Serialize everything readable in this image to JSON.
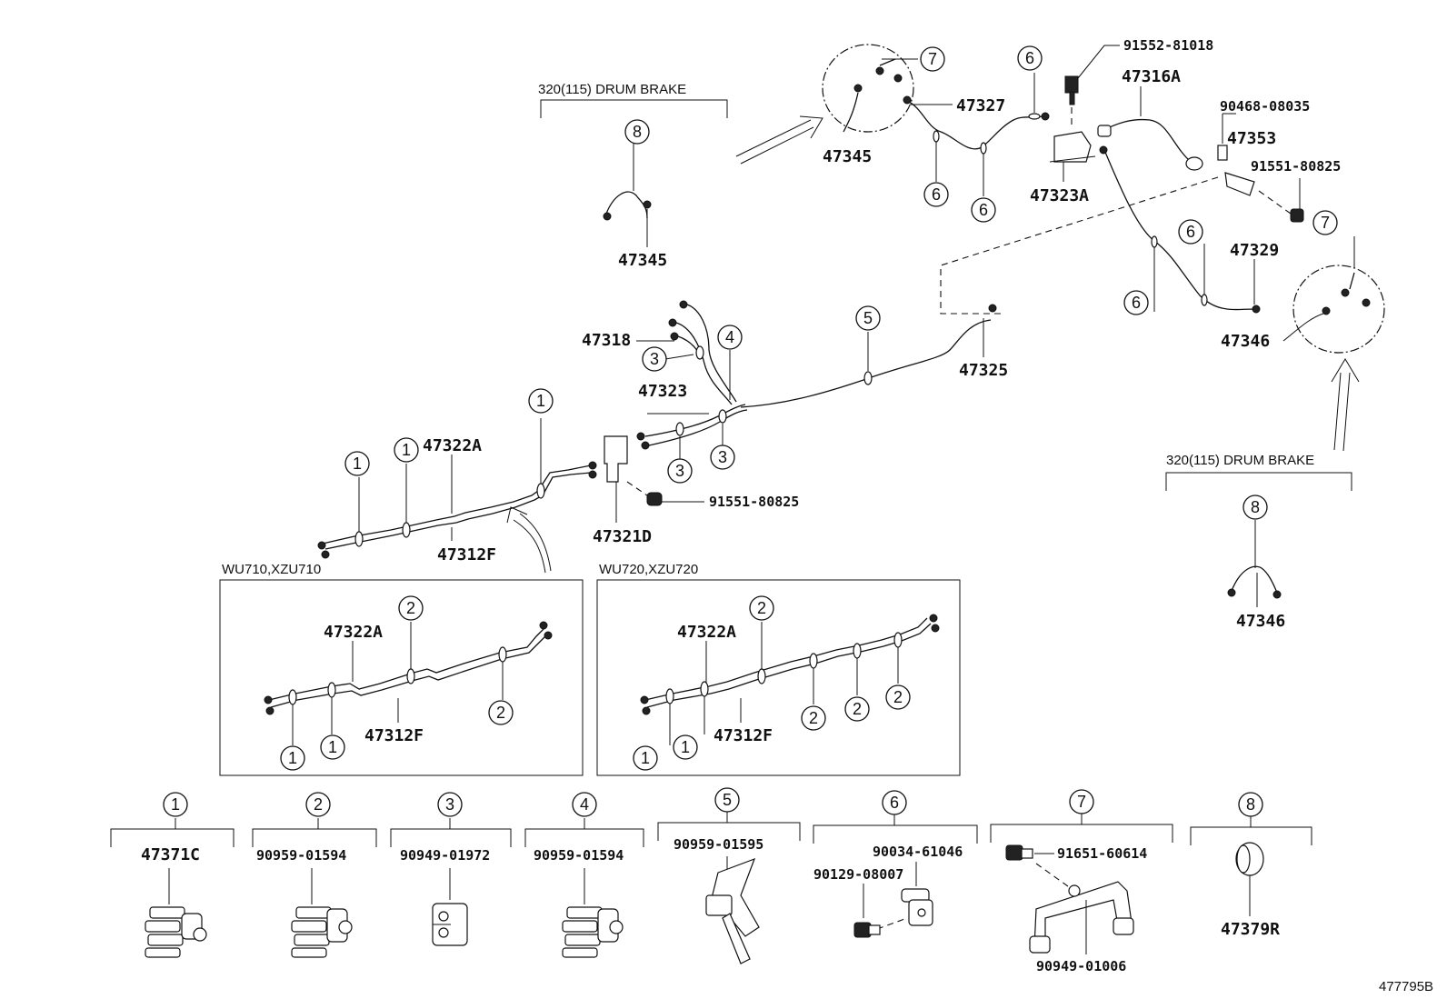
{
  "labels": {
    "p47345_top": "47345",
    "p47327": "47327",
    "p91552": "91552-81018",
    "p47316A": "47316A",
    "p90468": "90468-08035",
    "p47353": "47353",
    "p91551_top": "91551-80825",
    "p47323A": "47323A",
    "p47345_left": "47345",
    "p47329": "47329",
    "p47346_right": "47346",
    "p47325": "47325",
    "p47318": "47318",
    "p47323": "47323",
    "p47322A_main": "47322A",
    "p47312F_main": "47312F",
    "p47321D": "47321D",
    "p91551_mid": "91551-80825",
    "p47346_bottom": "47346",
    "box1_47322A": "47322A",
    "box1_47312F": "47312F",
    "box2_47322A": "47322A",
    "box2_47312F": "47312F",
    "leg1_part": "47371C",
    "leg2_part": "90959-01594",
    "leg3_part": "90949-01972",
    "leg4_part": "90959-01594",
    "leg5_part": "90959-01595",
    "leg6_part_a": "90034-61046",
    "leg6_part_b": "90129-08007",
    "leg7_part_a": "91651-60614",
    "leg7_part_b": "90949-01006",
    "leg8_part": "47379R",
    "drawing_no": "477795B"
  },
  "notes": {
    "drum_brake_left": "320(115) DRUM BRAKE",
    "drum_brake_right": "320(115) DRUM BRAKE",
    "box1_title": "WU710,XZU710",
    "box2_title": "WU720,XZU720"
  },
  "callout_numbers": {
    "n1": "1",
    "n2": "2",
    "n3": "3",
    "n4": "4",
    "n5": "5",
    "n6": "6",
    "n7": "7",
    "n8": "8"
  }
}
